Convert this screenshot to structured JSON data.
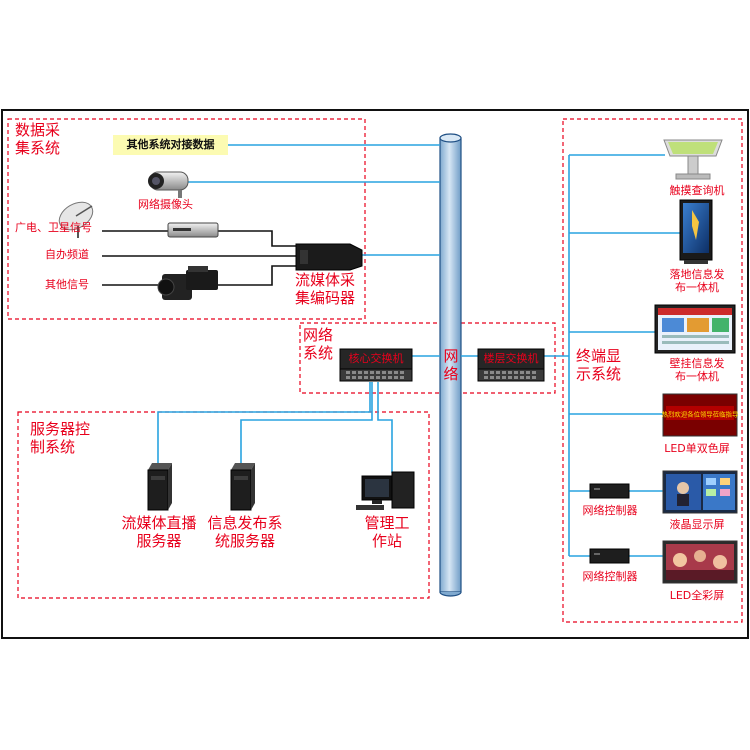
{
  "groups": {
    "data_collection": "数据采\n集系统",
    "network": "网络\n系统",
    "server_control": "服务器控\n制系统",
    "terminal_display": "终端显\n示系统"
  },
  "backbone_label": "网\n络",
  "sources": {
    "other_systems": "其他系统对接数据",
    "network_camera": "网络摄像头",
    "broadcast": "广电、卫星信号",
    "self_channel": "自办频道",
    "other_signal": "其他信号",
    "encoder": "流媒体采\n集编码器"
  },
  "switches": {
    "core": "核心交换机",
    "access": "楼层交换机"
  },
  "servers": {
    "live": "流媒体直播\n服务器",
    "publish": "信息发布系\n统服务器",
    "workstation": "管理工\n作站"
  },
  "terminals": {
    "touch_kiosk": "触摸查询机",
    "floor_standing": "落地信息发\n布一体机",
    "wall_mounted": "壁挂信息发\n布一体机",
    "led_dual": "LED单双色屏",
    "controller_1": "网络控制器",
    "lcd_screen": "液晶显示屏",
    "controller_2": "网络控制器",
    "led_full": "LED全彩屏"
  },
  "led_screen_text": "热烈欢迎各位领导莅临指导",
  "colors": {
    "label_red": "#e8001c",
    "dashed_border": "#e8001c",
    "connector_blue": "#29a3e0",
    "backbone_fill": "#b8d3ea"
  }
}
